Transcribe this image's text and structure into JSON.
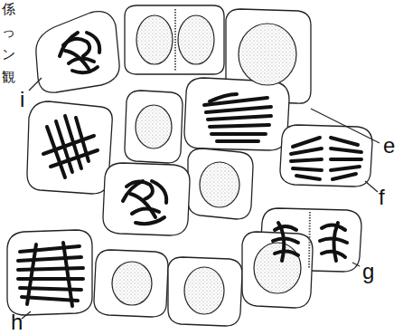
{
  "diagram": {
    "labels": [
      "係",
      "っ",
      "ン",
      "観",
      "i",
      "e",
      "f",
      "g",
      "h"
    ]
  }
}
